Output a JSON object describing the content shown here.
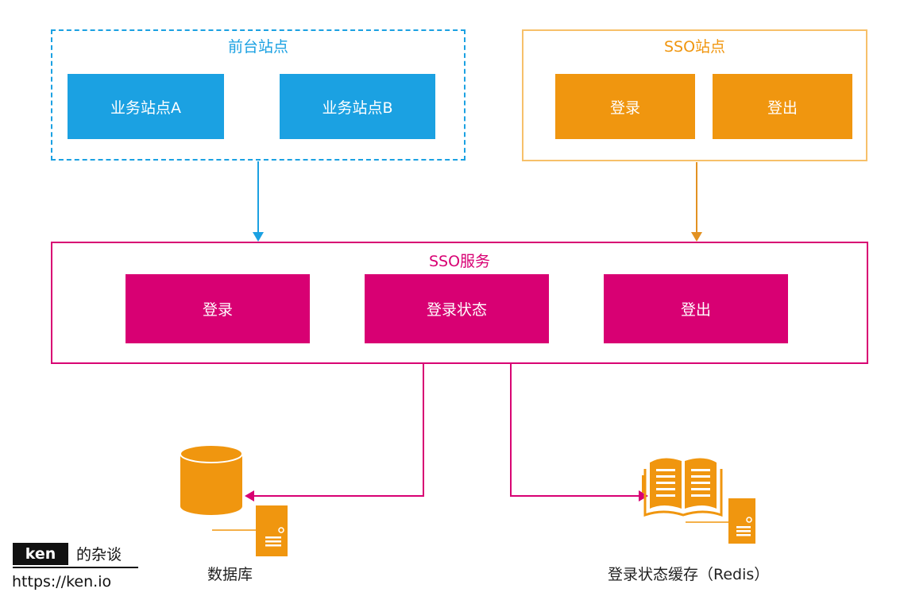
{
  "colors": {
    "frontend": "#1ba1e2",
    "sso_site": "#f0960f",
    "sso_service": "#d80073",
    "storage_icon": "#f0960f"
  },
  "frontend_group": {
    "title": "前台站点",
    "boxes": [
      "业务站点A",
      "业务站点B"
    ]
  },
  "sso_site_group": {
    "title": "SSO站点",
    "boxes": [
      "登录",
      "登出"
    ]
  },
  "sso_service_group": {
    "title": "SSO服务",
    "boxes": [
      "登录",
      "登录状态",
      "登出"
    ]
  },
  "storage": {
    "database": {
      "label": "数据库",
      "icon": "database-server-icon"
    },
    "cache": {
      "label": "登录状态缓存（Redis）",
      "icon": "book-server-icon"
    }
  },
  "brand": {
    "tag": "ken",
    "name": "的杂谈",
    "url": "https://ken.io"
  }
}
